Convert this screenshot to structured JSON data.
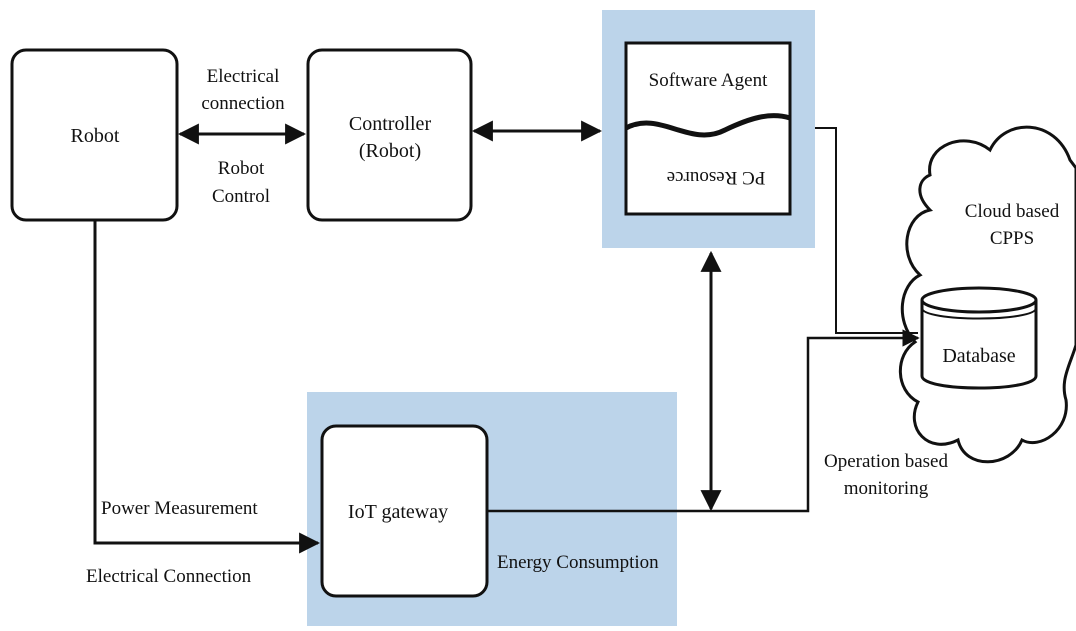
{
  "colors": {
    "highlight": "#bcd4ea",
    "stroke": "#111111",
    "background": "#ffffff"
  },
  "nodes": {
    "robot": "Robot",
    "controller_line1": "Controller",
    "controller_line2": "(Robot)",
    "software_agent": "Software Agent",
    "pc_resource": "PC Resource",
    "iot_gateway": "IoT gateway",
    "cloud_line1": "Cloud based",
    "cloud_line2": "CPPS",
    "database": "Database"
  },
  "labels": {
    "electrical_connection_top_1": "Electrical",
    "electrical_connection_top_2": "connection",
    "robot_control_1": "Robot",
    "robot_control_2": "Control",
    "power_measurement": "Power Measurement",
    "electrical_connection_bottom": "Electrical Connection",
    "energy_consumption": "Energy Consumption",
    "operation_monitoring_1": "Operation based",
    "operation_monitoring_2": "monitoring"
  }
}
